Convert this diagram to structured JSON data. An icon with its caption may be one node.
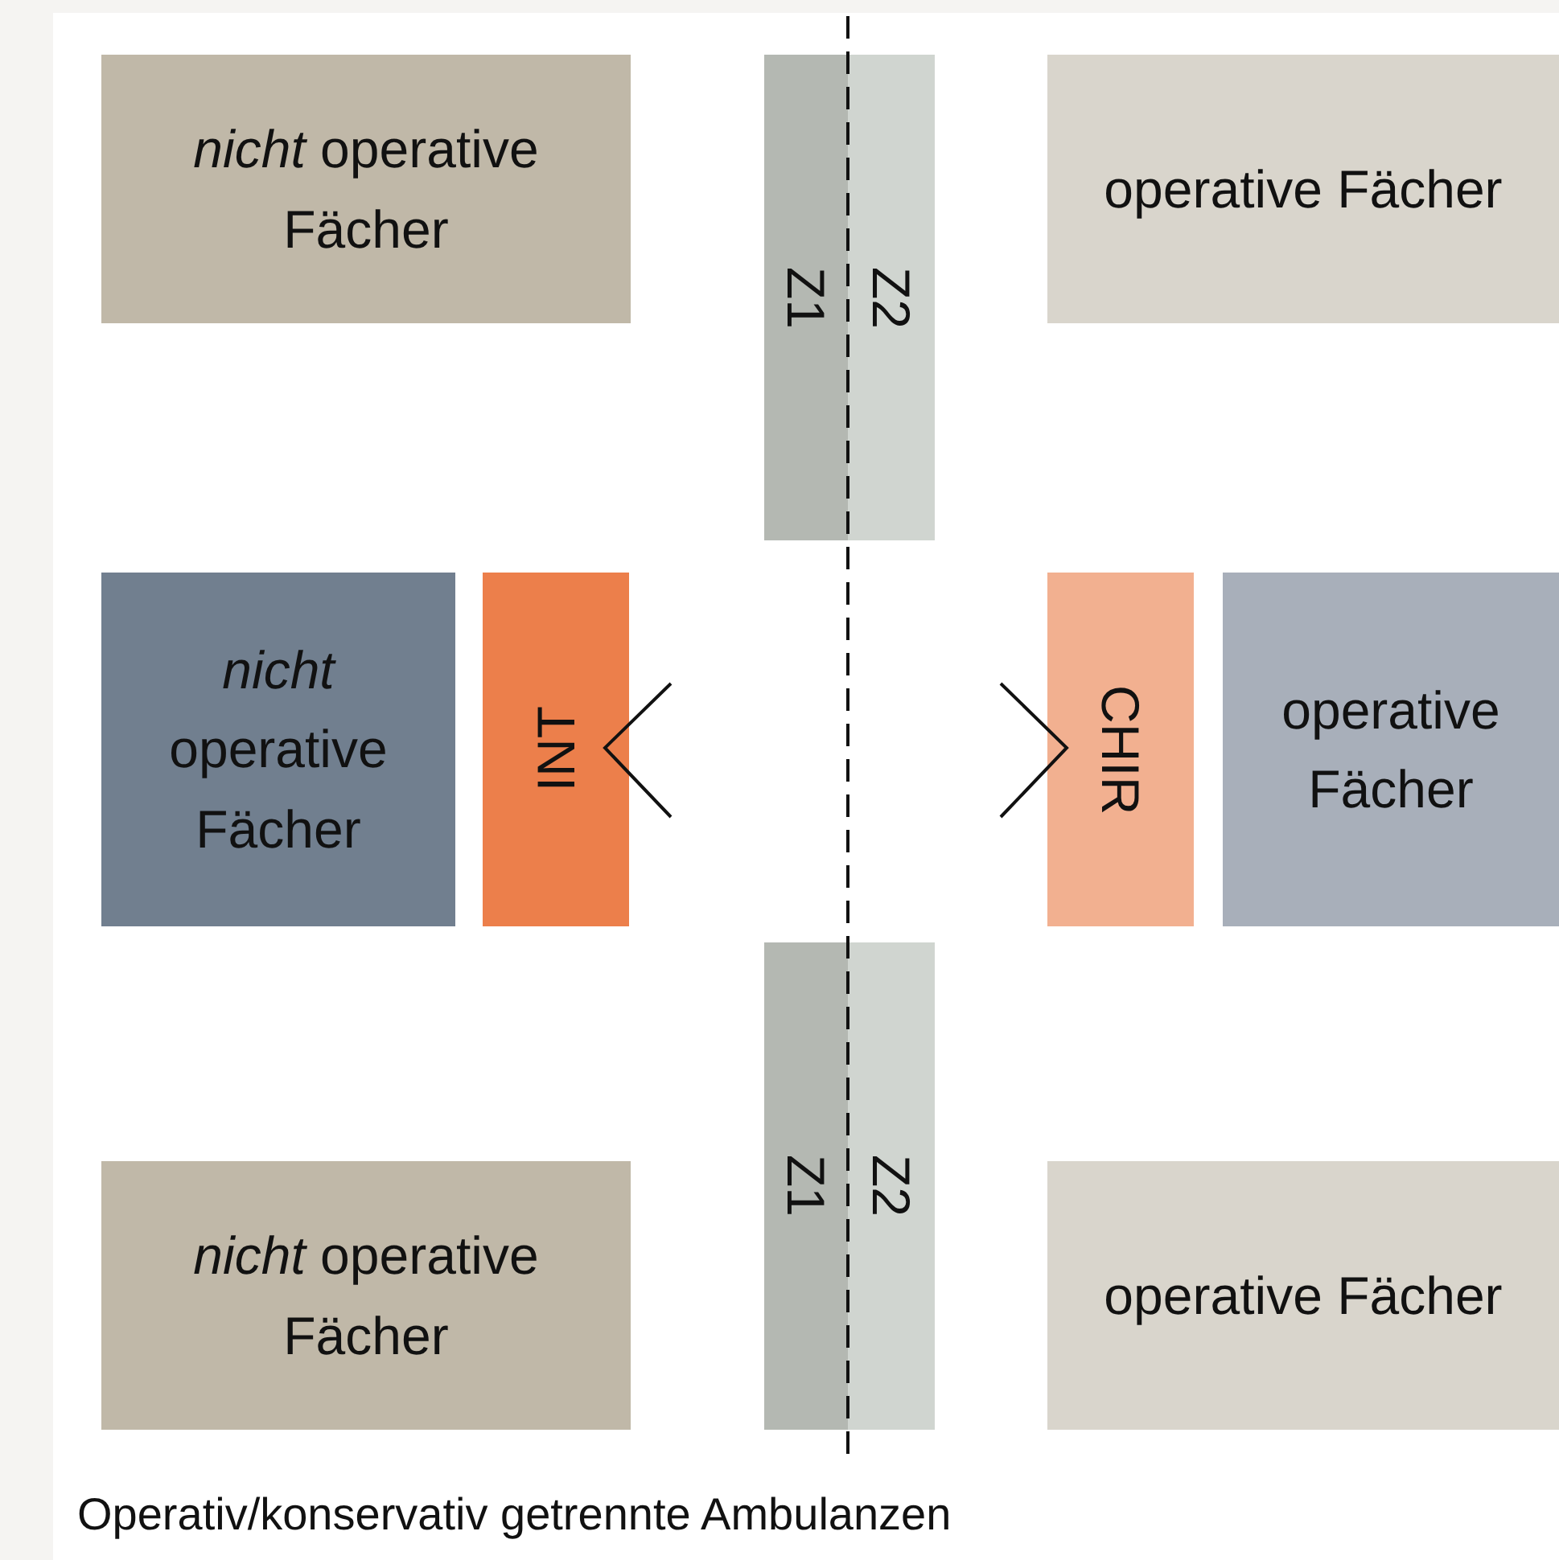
{
  "diagram": {
    "caption": "Operativ/konservativ getrennte Ambulanzen",
    "nodes": [
      {
        "text": [
          "*nicht* operative Fächer"
        ]
      },
      {
        "text": [
          "Z1"
        ]
      },
      {
        "text": [
          "Z2"
        ]
      },
      {
        "text": [
          "operative Fächer"
        ]
      },
      {
        "text": [
          "*nicht* operative Fächer"
        ]
      },
      {
        "text": [
          "INT"
        ]
      },
      {
        "text": [
          "CHIR"
        ]
      },
      {
        "text": [
          "operative Fächer"
        ]
      },
      {
        "text": [
          "*nicht* operative Fächer"
        ]
      },
      {
        "text": [
          "Z1"
        ]
      },
      {
        "text": [
          "Z2"
        ]
      },
      {
        "text": [
          "operative Fächer"
        ]
      }
    ],
    "edges": []
  }
}
